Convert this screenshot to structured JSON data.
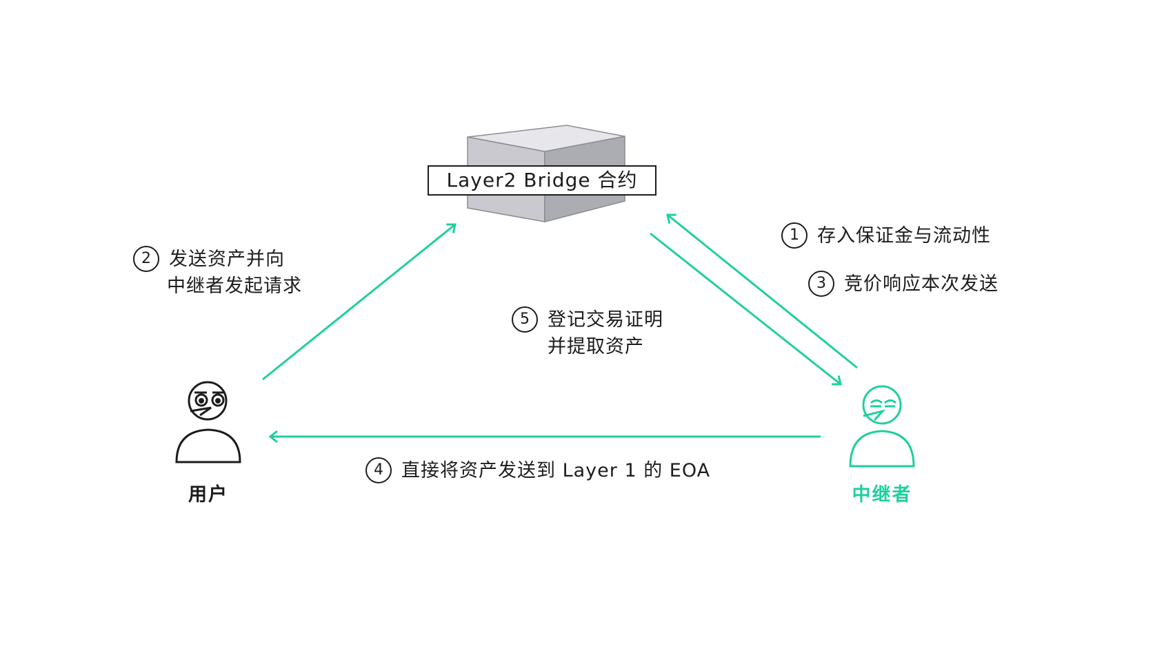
{
  "contract": {
    "label": "Layer2 Bridge 合约"
  },
  "actors": {
    "user": {
      "label": "用户"
    },
    "relayer": {
      "label": "中继者"
    }
  },
  "steps": [
    {
      "num": "1",
      "lines": [
        "存入保证金与流动性"
      ]
    },
    {
      "num": "2",
      "lines": [
        "发送资产并向",
        "中继者发起请求"
      ]
    },
    {
      "num": "3",
      "lines": [
        "竞价响应本次发送"
      ]
    },
    {
      "num": "4",
      "lines": [
        "直接将资产发送到 Layer 1 的 EOA"
      ]
    },
    {
      "num": "5",
      "lines": [
        "登记交易证明",
        "并提取资产"
      ]
    }
  ],
  "colors": {
    "accent": "#1fcf9f",
    "ink": "#1c1c1c",
    "cube_top": "#e6e6ea",
    "cube_front": "#c6c6cc",
    "cube_side": "#a9a9b0"
  }
}
